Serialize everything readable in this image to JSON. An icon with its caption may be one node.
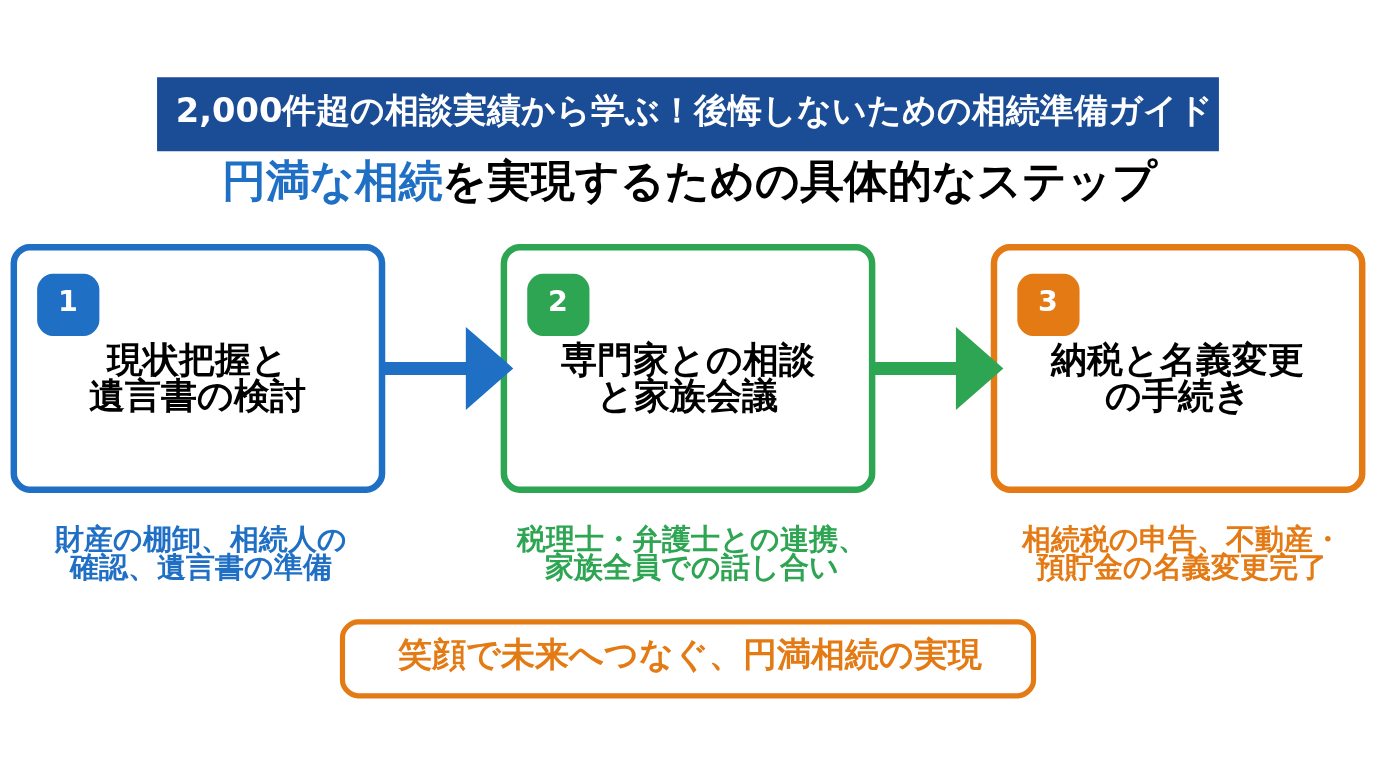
{
  "diagram": {
    "title": "2,000件超の相談実績から学ぶ！後悔しないための相続準備ガイド",
    "nodes": [
      {
        "text": [
          "1",
          "現状把握と遺言書の検討"
        ],
        "beside": [
          "財産の棚卸、相続人の確認、遺言書の準備"
        ]
      },
      {
        "text": [
          "2",
          "専門家との相談と家族会議"
        ],
        "beside": [
          "税理士・弁護士との連携、家族全員での話し合い"
        ]
      },
      {
        "text": [
          "3",
          "納税と名義変更の手続き"
        ],
        "beside": [
          "相続税の申告、不動産・預貯金の名義変更完了"
        ]
      },
      {
        "text": [
          "笑顔で未来へつなぐ、円満相続の実現"
        ]
      }
    ],
    "edges": [
      {
        "from": 0,
        "to": 1,
        "arrow": "to",
        "color": "#1f6fc5"
      },
      {
        "from": 1,
        "to": 2,
        "arrow": "to",
        "color": "#2ea552"
      }
    ],
    "labels": [
      "円満な相続を実現するための具体的なステップ"
    ]
  }
}
